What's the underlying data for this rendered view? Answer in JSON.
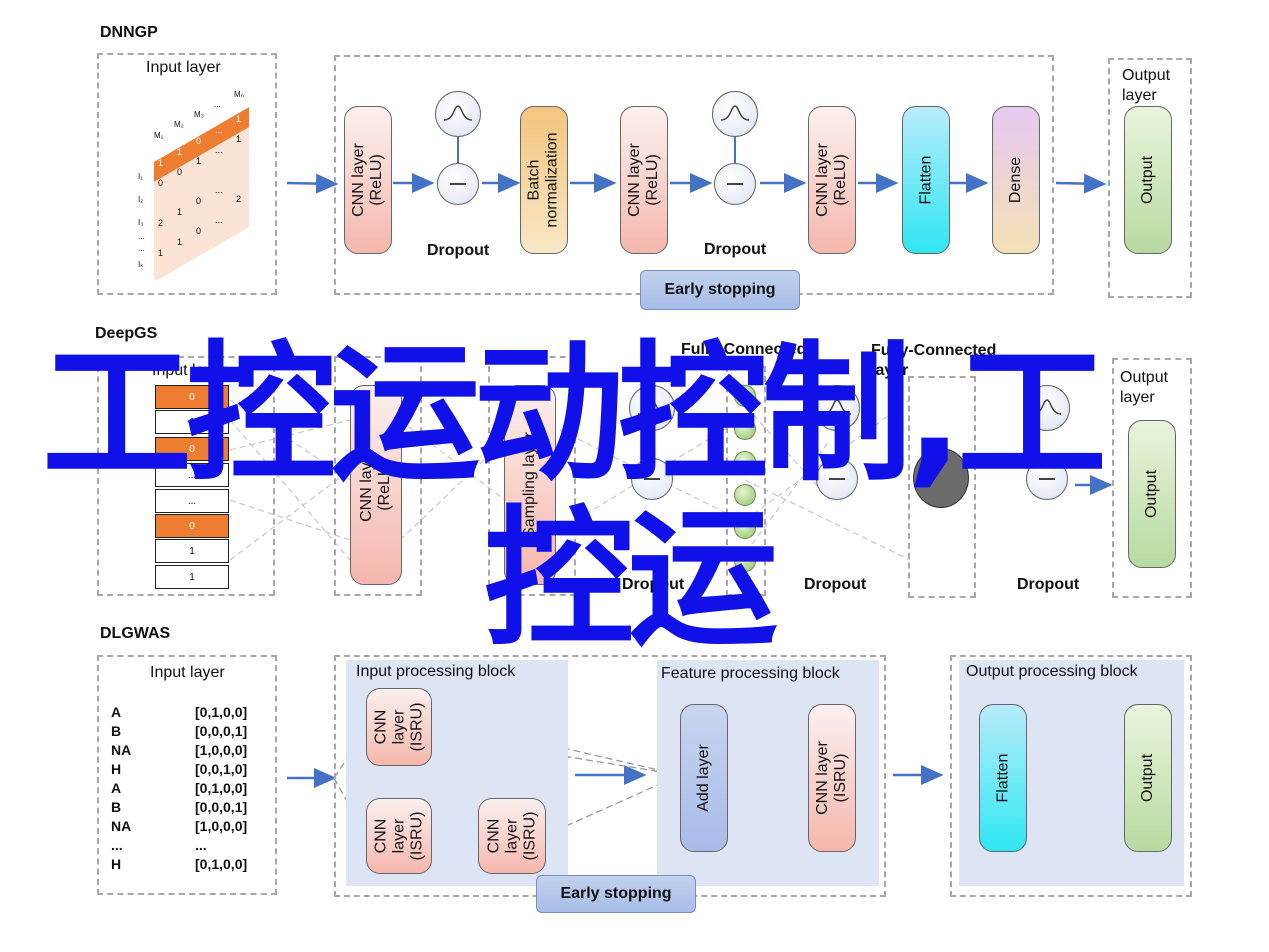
{
  "dnngp": {
    "title": "DNNGP",
    "input_title": "Input layer",
    "nodes": [
      "CNN layer\n(ReLU)",
      "Batch\nnormalization",
      "CNN layer\n(ReLU)",
      "CNN layer\n(ReLU)",
      "Flatten",
      "Dense"
    ],
    "dropout1": "Dropout",
    "dropout2": "Dropout",
    "early_stopping": "Early stopping",
    "output_title": "Output\nlayer",
    "output_node": "Output",
    "matrix_cols": [
      "M₁",
      "M₂",
      "M₃",
      "...",
      "Mₙ"
    ],
    "matrix_rows": [
      "I₁",
      "I₂",
      "I₃",
      "...",
      "...",
      "Iₖ"
    ],
    "matrix_row1": [
      "1",
      "1",
      "0",
      "...",
      "1"
    ],
    "matrix_row2": [
      "0",
      "0",
      "1",
      "...",
      "1"
    ],
    "matrix_row3": [
      "2",
      "1",
      "0",
      "...",
      "2"
    ],
    "matrix_row4": [
      "1",
      "1",
      "0",
      "...",
      ""
    ]
  },
  "deepgs": {
    "title": "DeepGS",
    "input_title": "Input layer",
    "cells": [
      "0",
      "1",
      "0",
      "...",
      "...",
      "0",
      "1",
      "1"
    ],
    "cnn_node": "CNN layer\n(ReLU)",
    "sampling_node": "Sampling layer",
    "fc1_title": "Fully-Connected",
    "fc2_title": "Fully-Connected\nlayer",
    "dropout1": "Dropout",
    "dropout2": "Dropout",
    "dropout3": "Dropout",
    "output_title": "Output\nlayer",
    "output_node": "Output"
  },
  "dlgwas": {
    "title": "DLGWAS",
    "input_title": "Input layer",
    "table_letters": [
      "A",
      "B",
      "NA",
      "H",
      "A",
      "B",
      "NA",
      "...",
      "H"
    ],
    "table_codes": [
      "[0,1,0,0]",
      "[0,0,0,1]",
      "[1,0,0,0]",
      "[0,0,1,0]",
      "[0,1,0,0]",
      "[0,0,0,1]",
      "[1,0,0,0]",
      "...",
      "[0,1,0,0]"
    ],
    "input_block": "Input processing block",
    "feature_block": "Feature processing block",
    "output_block": "Output processing block",
    "cnn_isru": "CNN\nlayer\n(ISRU)",
    "add_layer": "Add layer",
    "cnn_isru_feature": "CNN layer\n(ISRU)",
    "flatten": "Flatten",
    "output_node": "Output",
    "early_stopping": "Early stopping"
  },
  "watermark": {
    "line1": "工控运动控制,工",
    "line2": "控运",
    "color": "#1010e8"
  }
}
